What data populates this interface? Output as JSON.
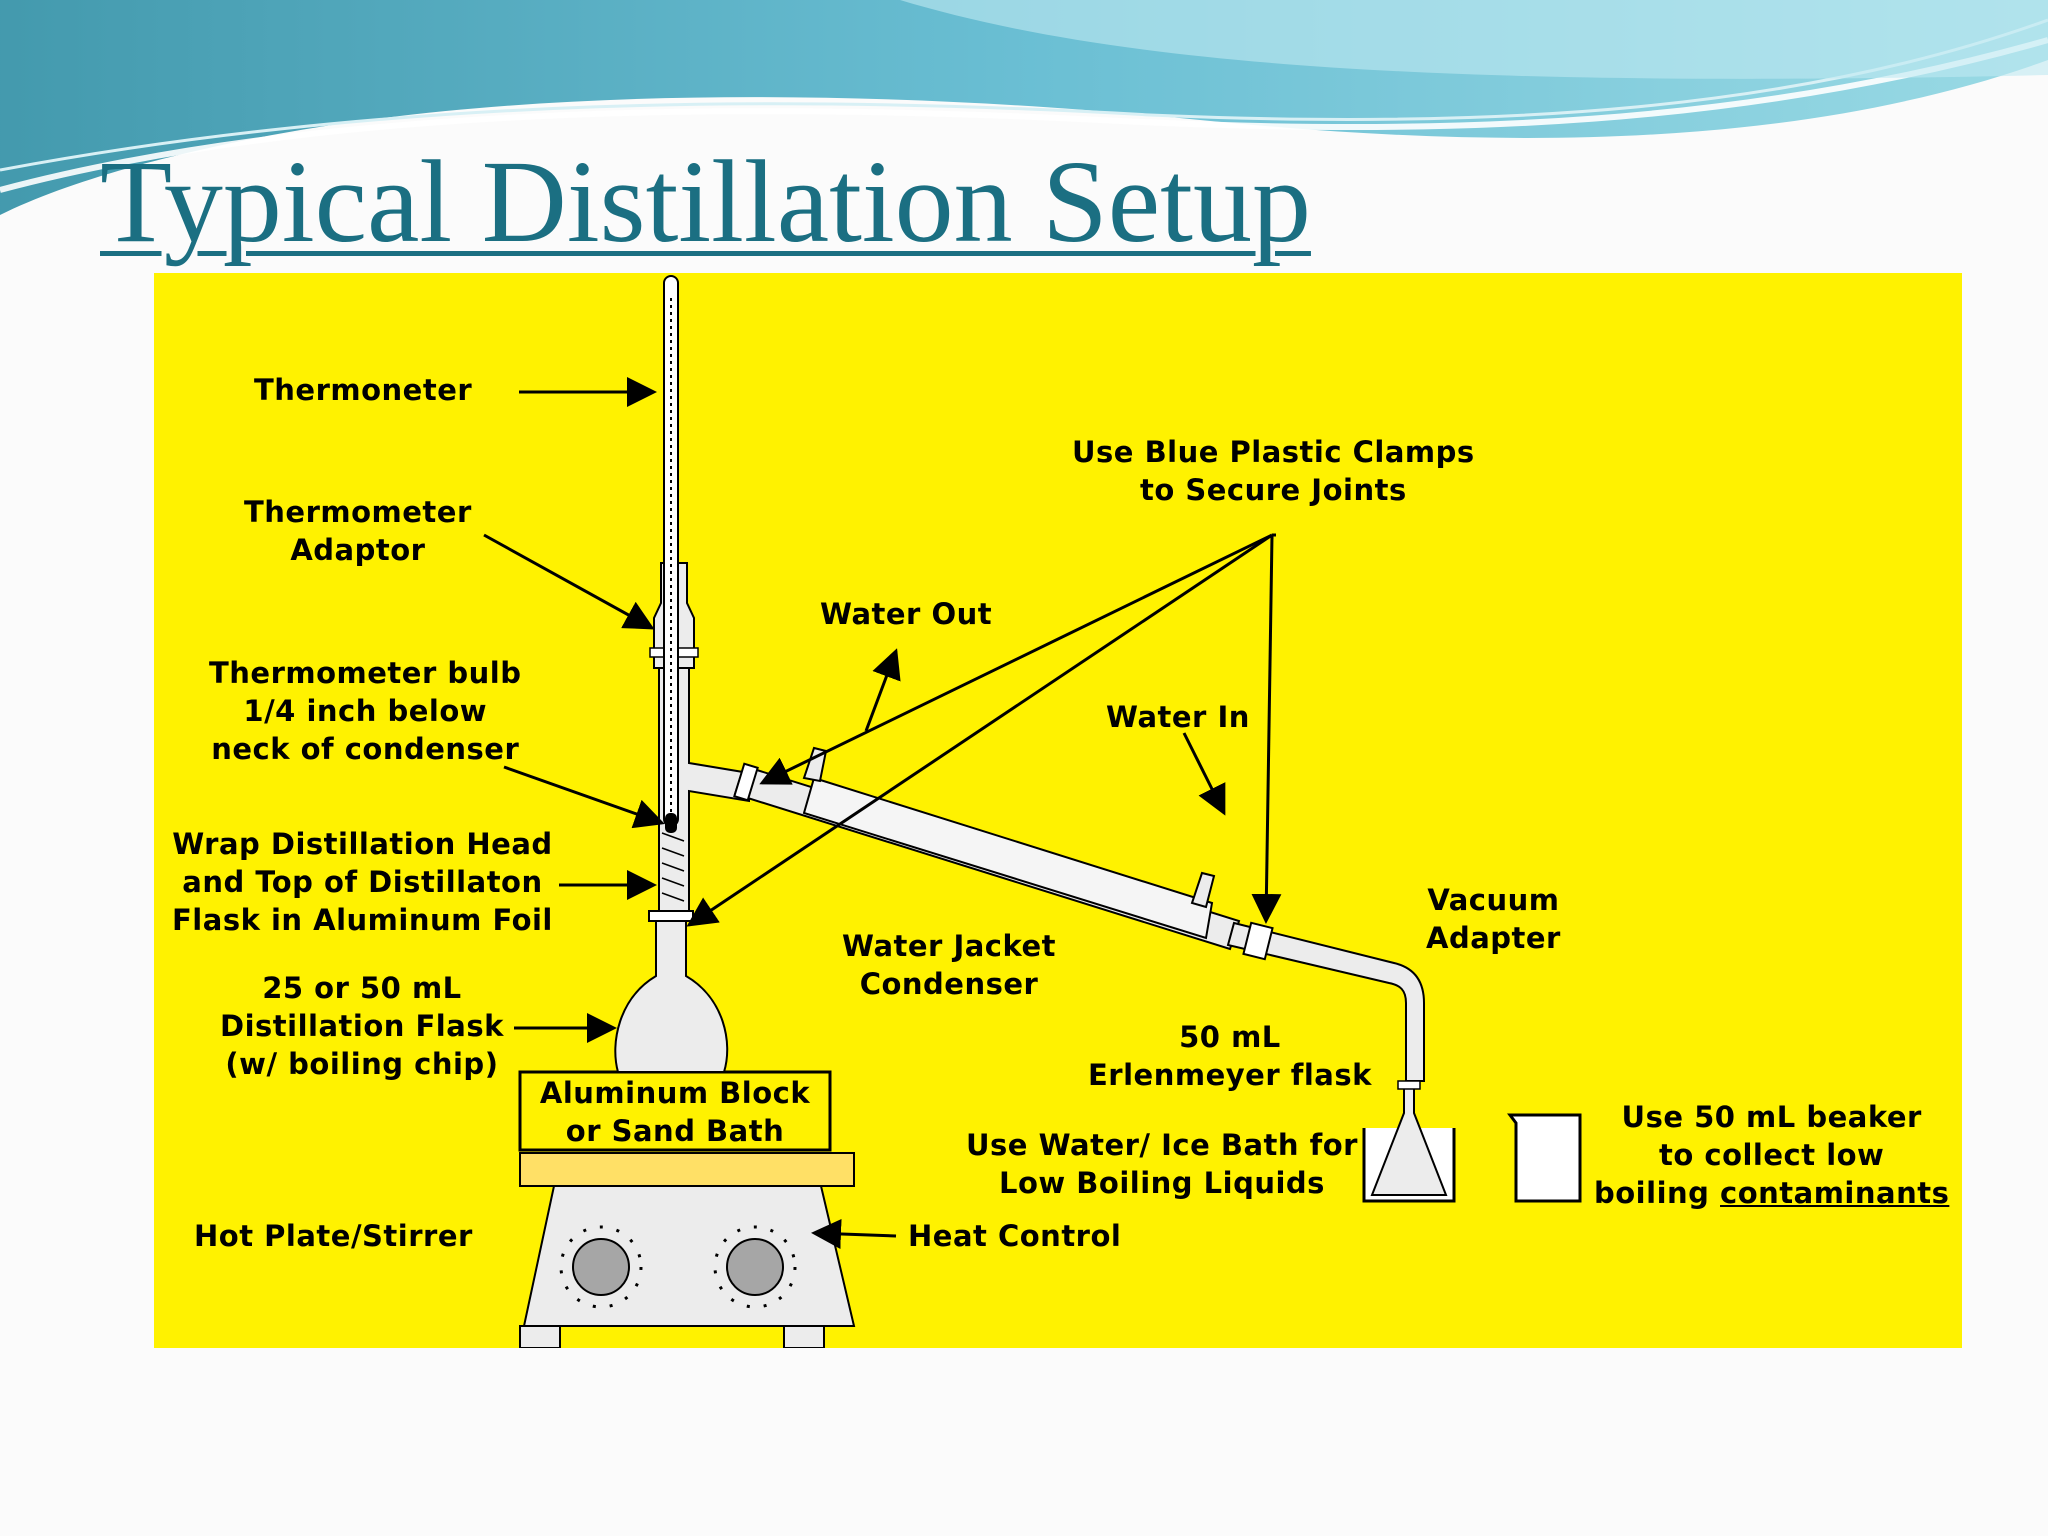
{
  "slide": {
    "title": "Typical Distillation Setup",
    "accent_color": "#1b6f82",
    "panel_color": "#fff200"
  },
  "labels": {
    "thermometer": "Thermoneter",
    "thermometer_adaptor": [
      "Thermometer",
      "Adaptor"
    ],
    "thermometer_bulb": [
      "Thermometer bulb",
      "1/4 inch below",
      "neck of condenser"
    ],
    "wrap": [
      "Wrap Distillation Head",
      "and Top of Distillaton",
      "Flask in Aluminum Foil"
    ],
    "flask": [
      "25 or 50 mL",
      "Distillation Flask",
      "(w/ boiling chip)"
    ],
    "block": [
      "Aluminum Block",
      "or Sand Bath"
    ],
    "hotplate": "Hot Plate/Stirrer",
    "heat_control": "Heat Control",
    "water_out": "Water Out",
    "water_in": "Water In",
    "clamps": [
      "Use Blue Plastic Clamps",
      "to Secure Joints"
    ],
    "condenser": [
      "Water Jacket",
      "Condenser"
    ],
    "vacuum": [
      "Vacuum",
      "Adapter"
    ],
    "erlenmeyer": [
      "50 mL",
      "Erlenmeyer flask"
    ],
    "ice_bath": [
      "Use Water/ Ice Bath for",
      "Low Boiling Liquids"
    ],
    "beaker": [
      "Use 50 mL beaker",
      "to collect low",
      "boiling ",
      "contaminants"
    ]
  }
}
